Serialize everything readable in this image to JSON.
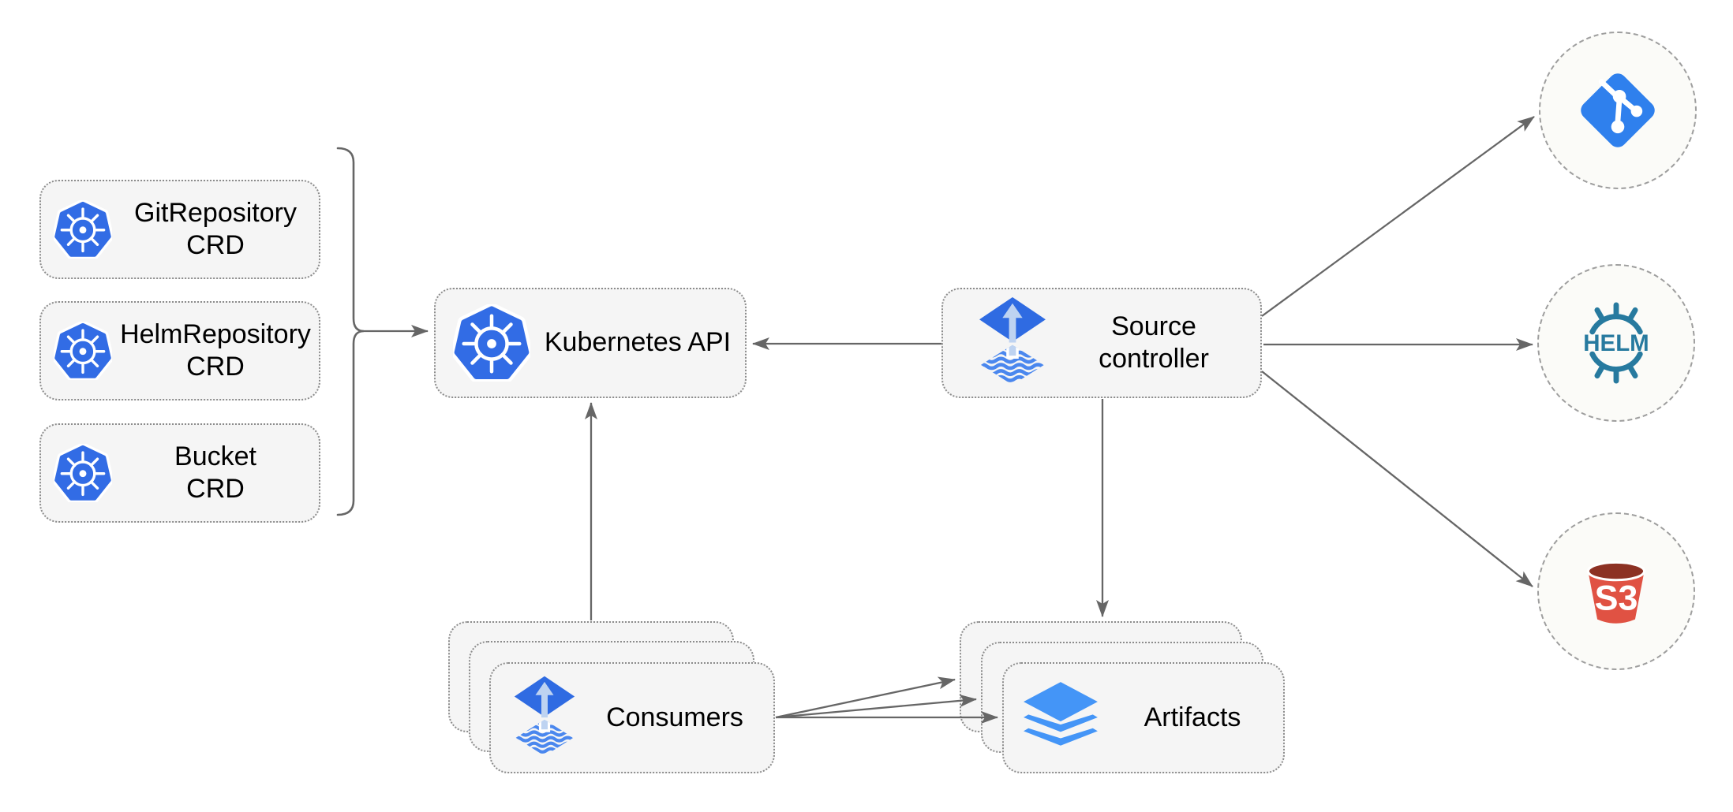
{
  "diagram": {
    "background": "#ffffff",
    "colors": {
      "background": "#ffffff",
      "box_fill": "#f5f5f5",
      "box_border": "#8c8c8c",
      "circle_fill": "#fbfbf8",
      "circle_border": "#9e9e9e",
      "connector": "#666666",
      "text": "#000000",
      "kubernetes_blue": "#326ce5",
      "flux_blue": "#2f6be2",
      "flux_arrow_light": "#bed3f1",
      "flux_wave_blue": "#4a87ee",
      "git_blue": "#2f80ed",
      "helm_teal": "#277a9f",
      "s3_red": "#e05243",
      "s3_dark_red": "#8c3123",
      "layers_blue": "#4495f7"
    },
    "crd_boxes": [
      {
        "icon": "kubernetes-icon",
        "line1": "GitRepository",
        "line2": "CRD"
      },
      {
        "icon": "kubernetes-icon",
        "line1": "HelmRepository",
        "line2": "CRD"
      },
      {
        "icon": "kubernetes-icon",
        "line1": "Bucket",
        "line2": "CRD"
      }
    ],
    "kubernetes_api": {
      "icon": "kubernetes-icon",
      "label": "Kubernetes API"
    },
    "source_controller": {
      "icon": "flux-icon",
      "line1": "Source",
      "line2": "controller"
    },
    "consumers": {
      "icon": "flux-icon",
      "label": "Consumers",
      "stack_count": 3
    },
    "artifacts": {
      "icon": "layers-icon",
      "label": "Artifacts",
      "stack_count": 3
    },
    "external_sources": [
      {
        "name": "git",
        "icon": "git-icon",
        "label": ""
      },
      {
        "name": "helm",
        "icon": "helm-icon",
        "label": "HELM"
      },
      {
        "name": "s3",
        "icon": "s3-icon",
        "label": "S3"
      }
    ]
  }
}
